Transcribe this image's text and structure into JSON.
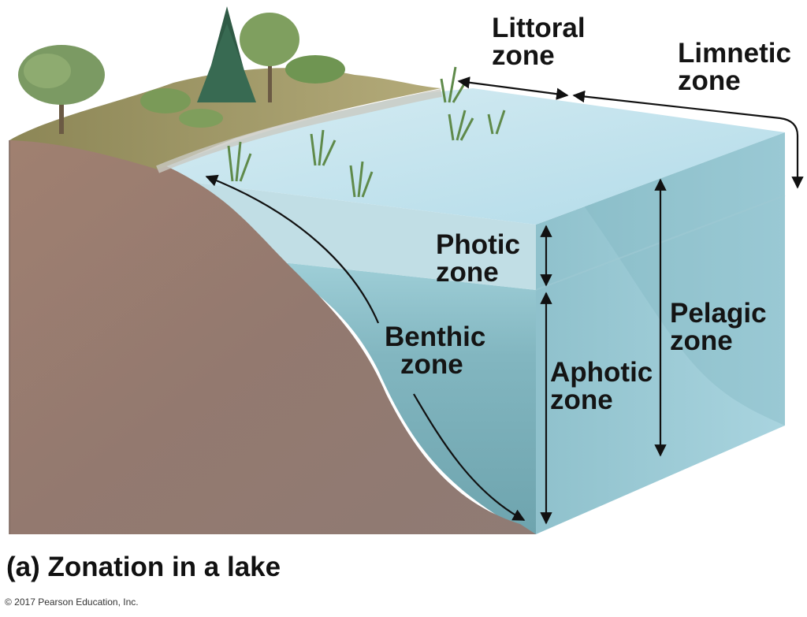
{
  "figure": {
    "caption": "(a) Zonation in a lake",
    "copyright": "© 2017 Pearson Education, Inc."
  },
  "zones": {
    "littoral": {
      "line1": "Littoral",
      "line2": "zone"
    },
    "limnetic": {
      "line1": "Limnetic",
      "line2": "zone"
    },
    "photic": {
      "line1": "Photic",
      "line2": "zone"
    },
    "aphotic": {
      "line1": "Aphotic",
      "line2": "zone"
    },
    "benthic": {
      "line1": "Benthic",
      "line2": "zone"
    },
    "pelagic": {
      "line1": "Pelagic",
      "line2": "zone"
    }
  },
  "colors": {
    "sediment": "#9a8076",
    "water_deep": "#79aab5",
    "water_surface": "#bfe2ee",
    "shore_grass": "#9c9560",
    "arrow": "#111111"
  }
}
